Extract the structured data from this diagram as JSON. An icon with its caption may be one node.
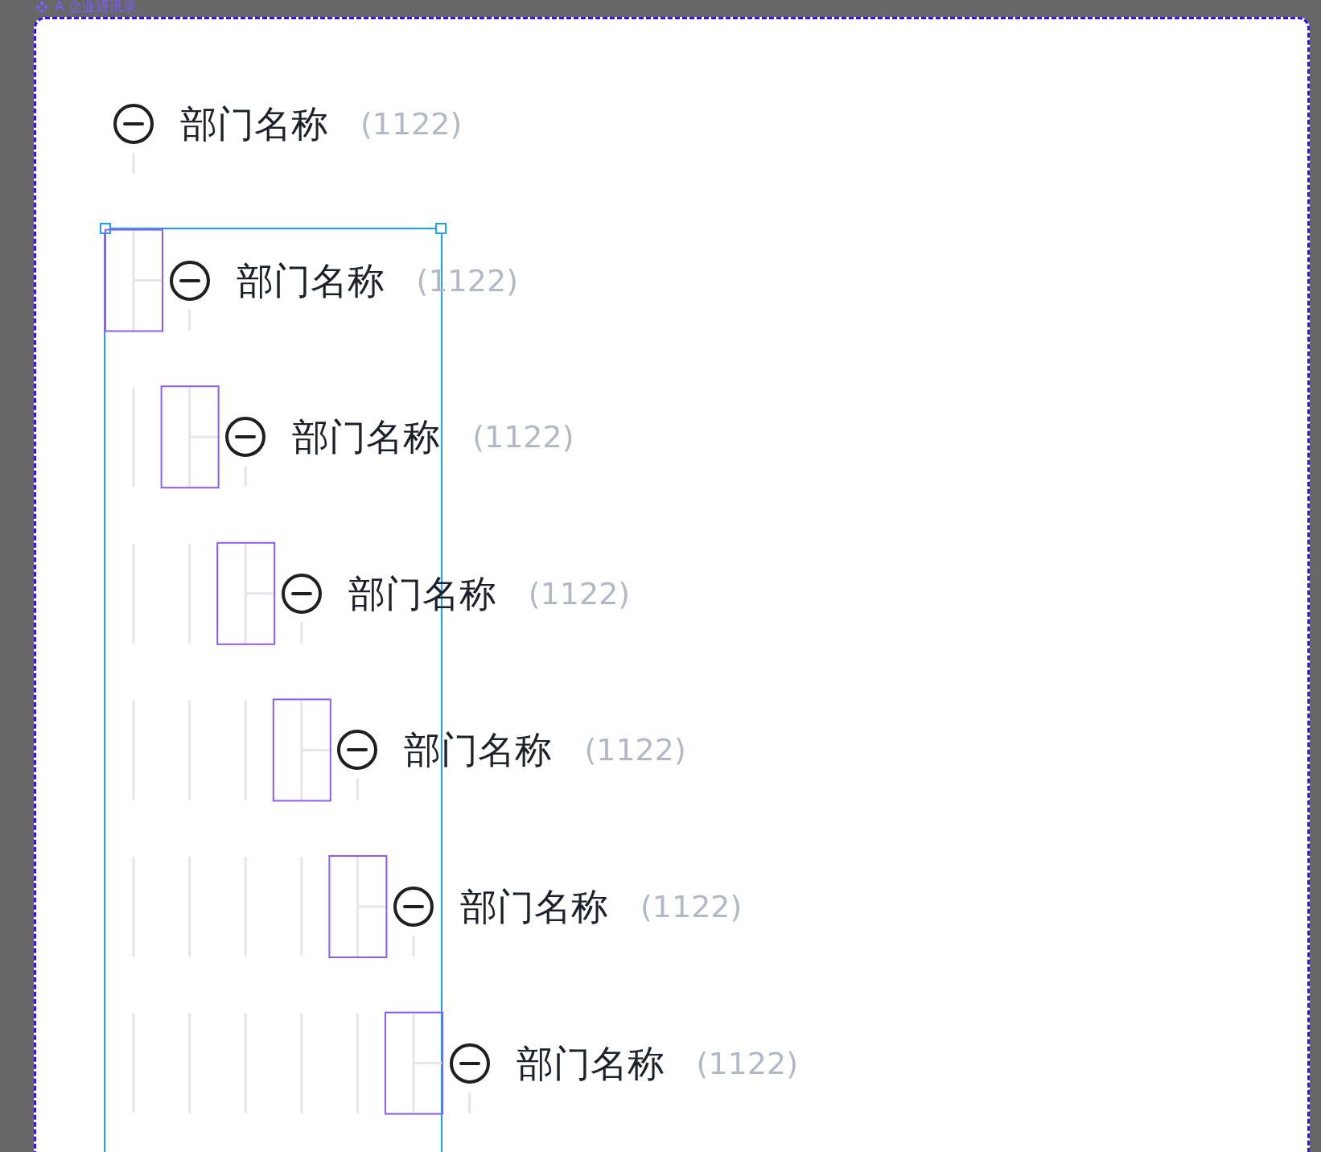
{
  "diagram": {
    "nodes": [
      {
        "text": [
          "部门名称",
          "(1122)"
        ]
      },
      {
        "text": [
          "部门名称",
          "(1122)"
        ]
      },
      {
        "text": [
          "部门名称",
          "(1122)"
        ]
      },
      {
        "text": [
          "部门名称",
          "(1122)"
        ]
      },
      {
        "text": [
          "部门名称",
          "(1122)"
        ]
      },
      {
        "text": [
          "部门名称",
          "(1122)"
        ]
      },
      {
        "text": [
          "部门名称",
          "(1122)"
        ]
      }
    ],
    "labels": [
      "A 企业通讯录"
    ]
  }
}
